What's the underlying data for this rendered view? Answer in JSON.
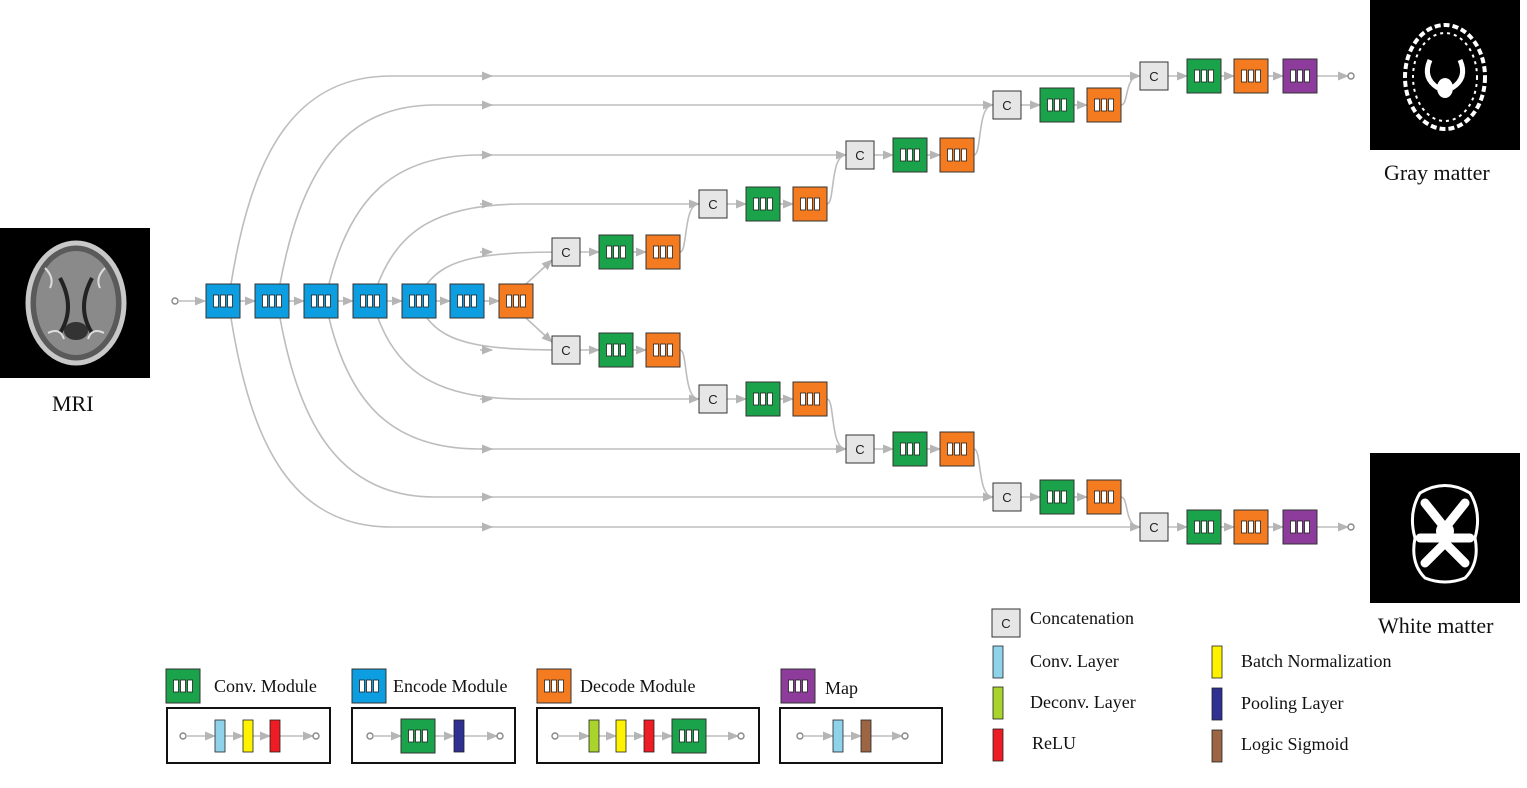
{
  "labels": {
    "input": "MRI",
    "output_gray": "Gray matter",
    "output_white": "White matter"
  },
  "concat_symbol": "C",
  "legend": {
    "modules": [
      {
        "key": "conv",
        "label": "Conv. Module",
        "color": "#1aa34a"
      },
      {
        "key": "encode",
        "label": "Encode Module",
        "color": "#0c9ee0"
      },
      {
        "key": "decode",
        "label": "Decode Module",
        "color": "#f47b20"
      },
      {
        "key": "map",
        "label": "Map",
        "color": "#8e3c9c"
      }
    ],
    "layers": [
      {
        "key": "concat",
        "label": "Concatenation",
        "color": "#e6e6e6"
      },
      {
        "key": "conv_layer",
        "label": "Conv. Layer",
        "color": "#8fd3ea"
      },
      {
        "key": "deconv_layer",
        "label": "Deconv. Layer",
        "color": "#a8d42b"
      },
      {
        "key": "relu",
        "label": "ReLU",
        "color": "#ee1c24"
      },
      {
        "key": "batch_norm",
        "label": "Batch Normalization",
        "color": "#fff200"
      },
      {
        "key": "pooling",
        "label": "Pooling Layer",
        "color": "#2e3192"
      },
      {
        "key": "logic_sigmoid",
        "label": "Logic Sigmoid",
        "color": "#9c6644"
      }
    ]
  },
  "colors": {
    "connector": "#bdbdbd",
    "box_stroke": "#333333",
    "image_bg": "#000000"
  }
}
